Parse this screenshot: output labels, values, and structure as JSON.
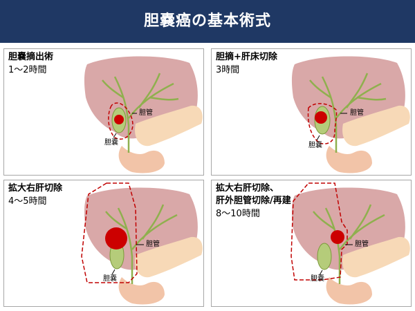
{
  "title": "胆嚢癌の基本術式",
  "panels": [
    {
      "name": "胆嚢摘出術",
      "time": "1～2時間",
      "duct_label": "胆管",
      "gb_label": "胆嚢"
    },
    {
      "name": "胆摘+肝床切除",
      "time": "3時間",
      "duct_label": "胆管",
      "gb_label": "胆嚢"
    },
    {
      "name": "拡大右肝切除",
      "time": "4～5時間",
      "duct_label": "胆管",
      "gb_label": "胆嚢"
    },
    {
      "name_line1": "拡大右肝切除、",
      "name_line2": "肝外胆管切除/再建",
      "time": "8～10時間",
      "duct_label": "胆管",
      "gb_label": "胆嚢"
    }
  ],
  "colors": {
    "header_bg": "#1f3864",
    "liver": "#d9a8a8",
    "pancreas": "#f7d9b7",
    "duodenum": "#f2c4a8",
    "gallbladder": "#b5cc7a",
    "bile_duct": "#8fb04e",
    "tumor": "#cc0000",
    "resection_line": "#c00000"
  }
}
